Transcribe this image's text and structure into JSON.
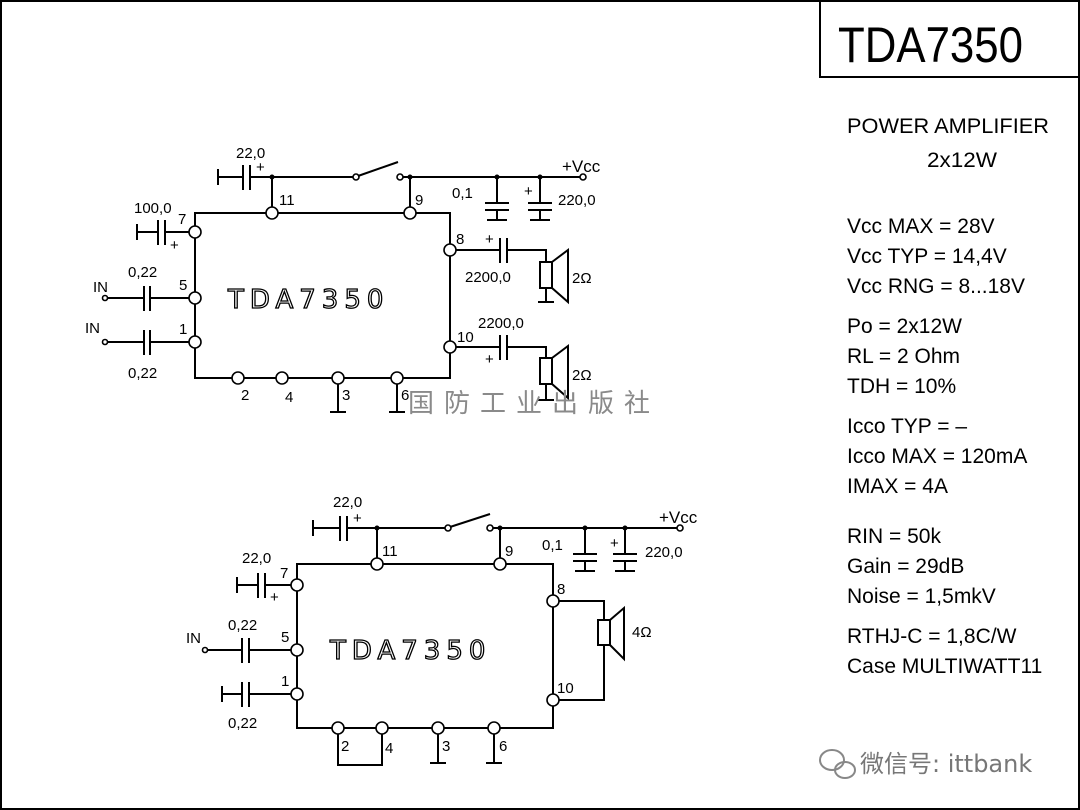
{
  "header": {
    "title": "TDA7350",
    "subtitle_line1": "POWER AMPLIFIER",
    "subtitle_line2": "2x12W"
  },
  "specs": [
    "Vcc MAX = 28V",
    "Vcc TYP = 14,4V",
    "Vcc RNG = 8...18V",
    "Po = 2x12W",
    "RL = 2 Ohm",
    "TDH = 10%",
    "Icco TYP = –",
    "Icco MAX = 120mA",
    "IMAX = 4A",
    "RIN = 50k",
    "Gain = 29dB",
    "Noise = 1,5mkV",
    "RTHJ-C = 1,8C/W",
    "Case MULTIWATT11"
  ],
  "circuit_stereo": {
    "chip_label": "TDA7350",
    "pins": {
      "p11": "11",
      "p9": "9",
      "p7": "7",
      "p5": "5",
      "p1": "1",
      "p8": "8",
      "p10": "10",
      "p2": "2",
      "p4": "4",
      "p3": "3",
      "p6": "6"
    },
    "c_boot": "22,0",
    "c_pin7": "100,0",
    "c_in5": "0,22",
    "c_in1": "0,22",
    "c_dec1": "0,1",
    "c_dec2": "220,0",
    "c_out8": "2200,0",
    "c_out10": "2200,0",
    "vcc": "+Vcc",
    "in_label": "IN",
    "spk1": "2Ω",
    "spk2": "2Ω",
    "plus": "+"
  },
  "circuit_bridge": {
    "chip_label": "TDA7350",
    "pins": {
      "p11": "11",
      "p9": "9",
      "p7": "7",
      "p5": "5",
      "p1": "1",
      "p8": "8",
      "p10": "10",
      "p2": "2",
      "p4": "4",
      "p3": "3",
      "p6": "6"
    },
    "c_boot": "22,0",
    "c_pin7": "22,0",
    "c_in5": "0,22",
    "c_in1": "0,22",
    "c_dec1": "0,1",
    "c_dec2": "220,0",
    "vcc": "+Vcc",
    "in_label": "IN",
    "spk": "4Ω",
    "plus": "+"
  },
  "watermarks": {
    "publisher": "国防工业出版社",
    "wechat": "微信号: ittbank"
  }
}
